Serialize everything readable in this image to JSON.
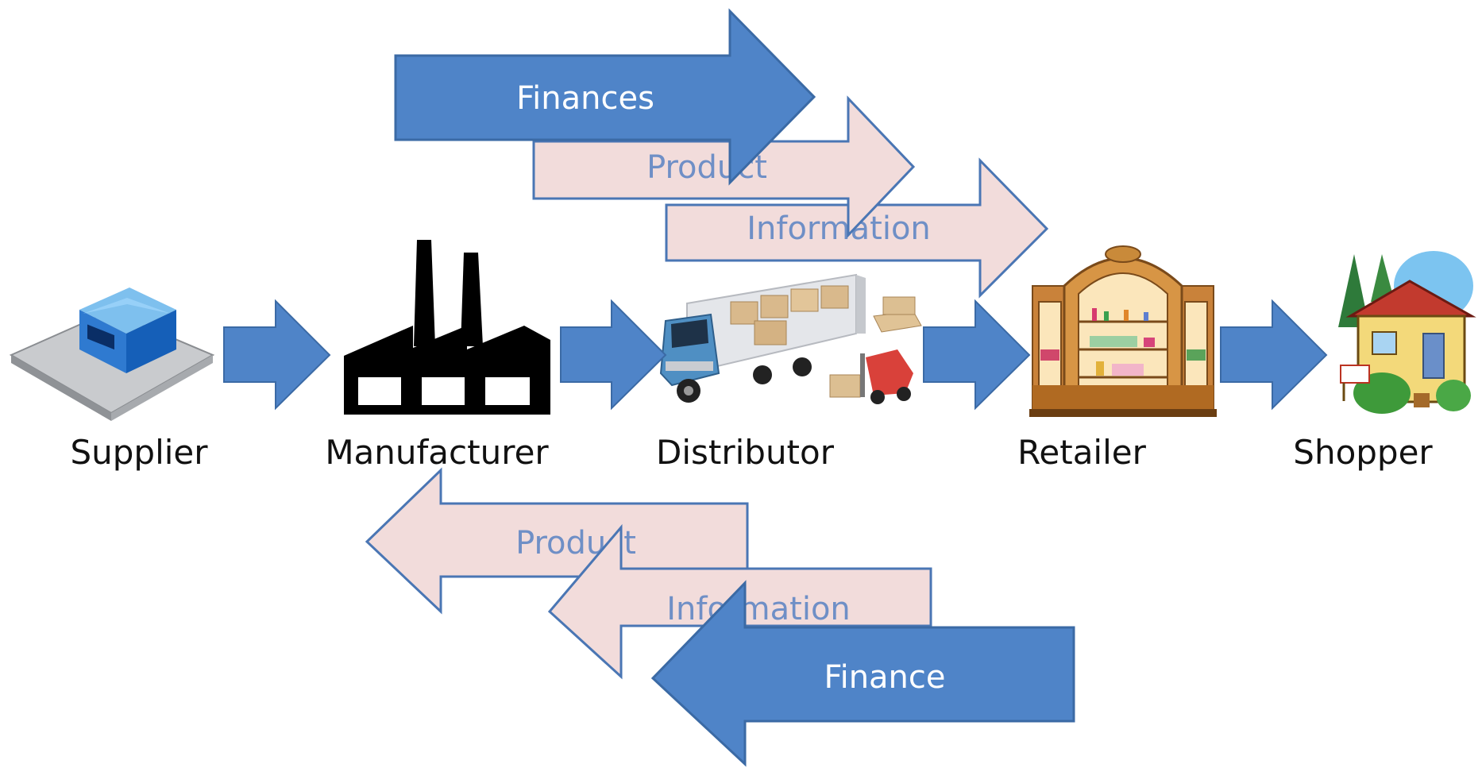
{
  "colors": {
    "blue_fill": "#4f84c8",
    "blue_stroke": "#3b6aa5",
    "pink_fill": "#f2dcdb",
    "pink_stroke": "#4a76b4",
    "pink_text": "#6f8fc6",
    "white_text": "#ffffff"
  },
  "nodes": [
    {
      "label": "Supplier",
      "icon": "warehouse-icon"
    },
    {
      "label": "Manufacturer",
      "icon": "factory-icon"
    },
    {
      "label": "Distributor",
      "icon": "truck-icon"
    },
    {
      "label": "Retailer",
      "icon": "store-shelf-icon"
    },
    {
      "label": "Shopper",
      "icon": "house-icon"
    }
  ],
  "forward_flows": [
    {
      "label": "Finances",
      "style": "blue"
    },
    {
      "label": "Product",
      "style": "pink"
    },
    {
      "label": "Information",
      "style": "pink"
    }
  ],
  "backward_flows": [
    {
      "label": "Product",
      "style": "pink"
    },
    {
      "label": "Information",
      "style": "pink"
    },
    {
      "label": "Finance",
      "style": "blue"
    }
  ]
}
